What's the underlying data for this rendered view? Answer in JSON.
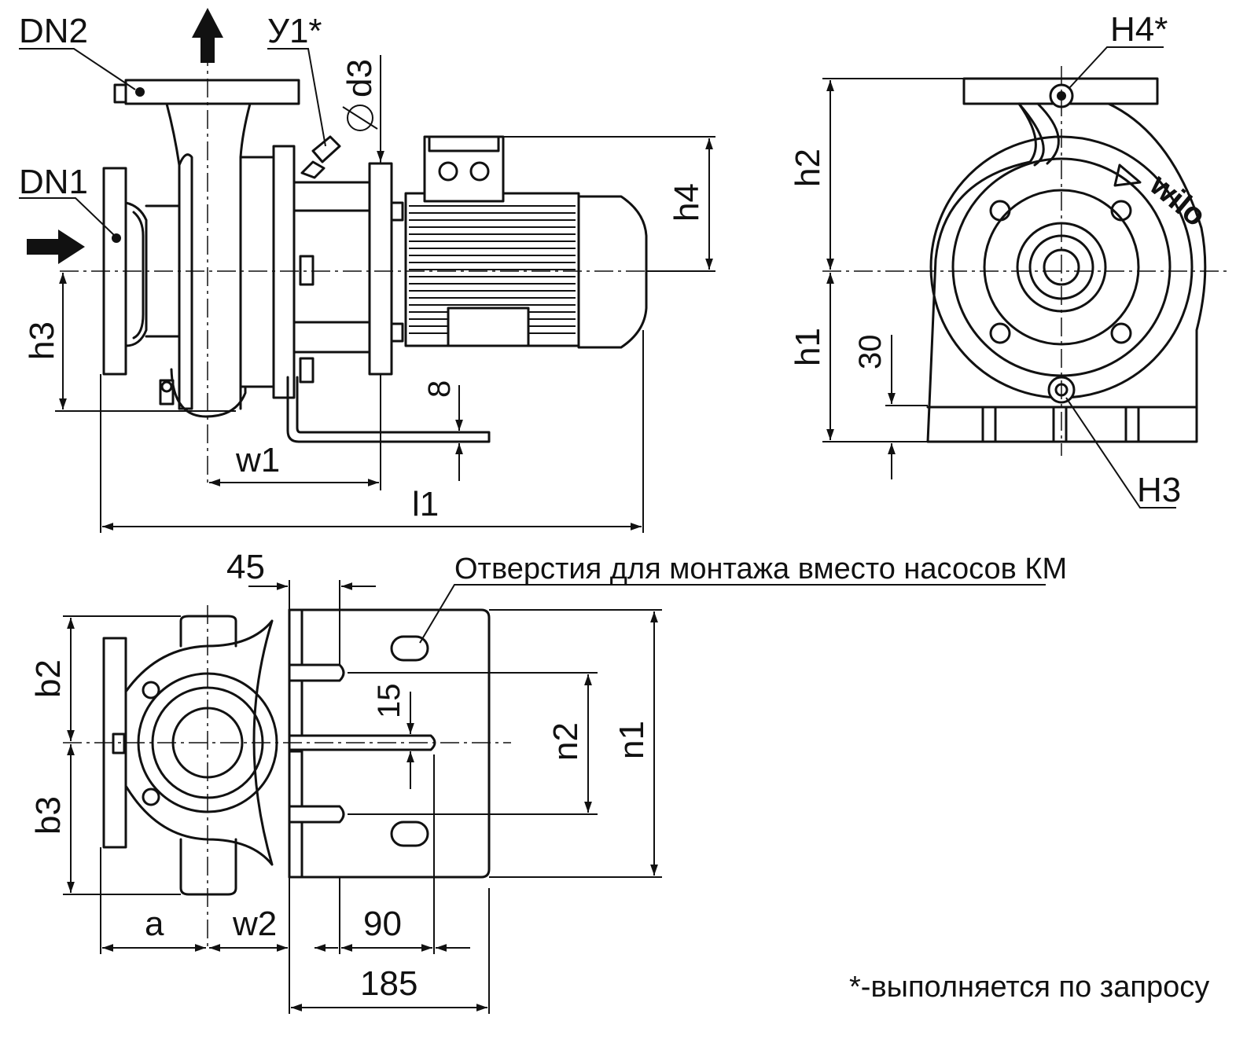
{
  "labels": {
    "dn2": "DN2",
    "y1": "У1*",
    "d3": "d3",
    "dn1": "DN1",
    "h4": "h4",
    "h3": "h3",
    "d8": "8",
    "w1": "w1",
    "l1": "l1",
    "h4star": "H4*",
    "h2": "h2",
    "h1": "h1",
    "d30": "30",
    "h3b": "H3",
    "d45": "45",
    "b2": "b2",
    "b3": "b3",
    "d15": "15",
    "n2": "n2",
    "n1": "n1",
    "a": "a",
    "w2": "w2",
    "d90": "90",
    "d185": "185"
  },
  "notes": {
    "mounting_holes": "Отверстия для монтажа вместо насосов КМ",
    "on_request": "*-выполняется по запросу"
  },
  "logo_text": "wilo"
}
